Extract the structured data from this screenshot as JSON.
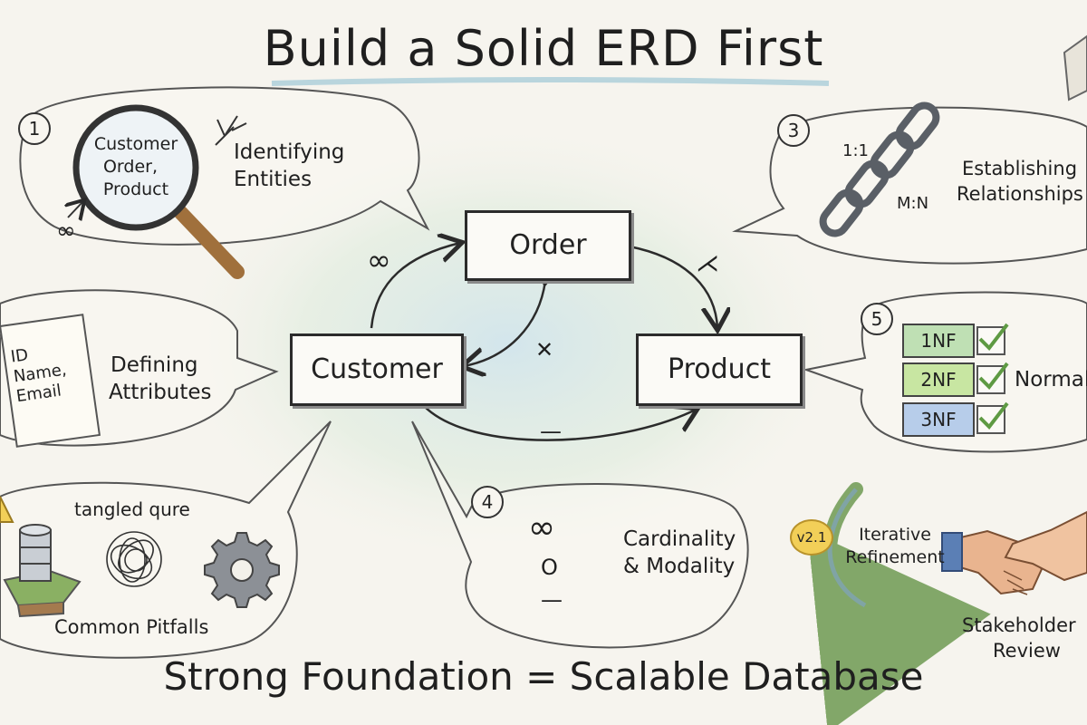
{
  "title": "Build a Solid ERD First",
  "footer": "Strong Foundation = Scalable Database",
  "entities": {
    "order": "Order",
    "customer": "Customer",
    "product": "Product"
  },
  "relation_symbols": {
    "many": "∞",
    "crow_foot": "⋌",
    "cross": "✕",
    "one": "—"
  },
  "steps": [
    {
      "number": "1",
      "label_line1": "Identifying",
      "label_line2": "Entities",
      "lens_line1": "Customer",
      "lens_line2": "Order,",
      "lens_line3": "Product",
      "symbol_infinity": "∞"
    },
    {
      "number": "",
      "label_line1": "Defining",
      "label_line2": "Attributes",
      "memo_line1": "ID",
      "memo_line2": "Name,",
      "memo_line3": "Email"
    },
    {
      "number": "3",
      "label_line1": "Establishing",
      "label_line2": "Relationships",
      "one_to_one": "1:1",
      "many_to_many": "M:N"
    },
    {
      "number": "4",
      "label_line1": "Cardinality",
      "label_line2": "& Modality",
      "symbol_many": "∞",
      "symbol_zero": "O",
      "symbol_one": "—"
    },
    {
      "number": "5",
      "label": "Normal",
      "forms": [
        "1NF",
        "2NF",
        "3NF"
      ],
      "form_colors": [
        "#bfe0b4",
        "#c8e6a2",
        "#b7cdea"
      ]
    }
  ],
  "pitfalls": {
    "label": "Common Pitfalls",
    "tangled": "tangled qure"
  },
  "iteration": {
    "version": "v2.1",
    "label_line1": "Iterative",
    "label_line2": "Refinement",
    "review_line1": "Stakeholder",
    "review_line2": "Review"
  },
  "colors": {
    "ink": "#2b2b2b",
    "arrow_green": "#6e9a52",
    "lens_handle": "#a0703c",
    "key_gold": "#e3b43a"
  }
}
